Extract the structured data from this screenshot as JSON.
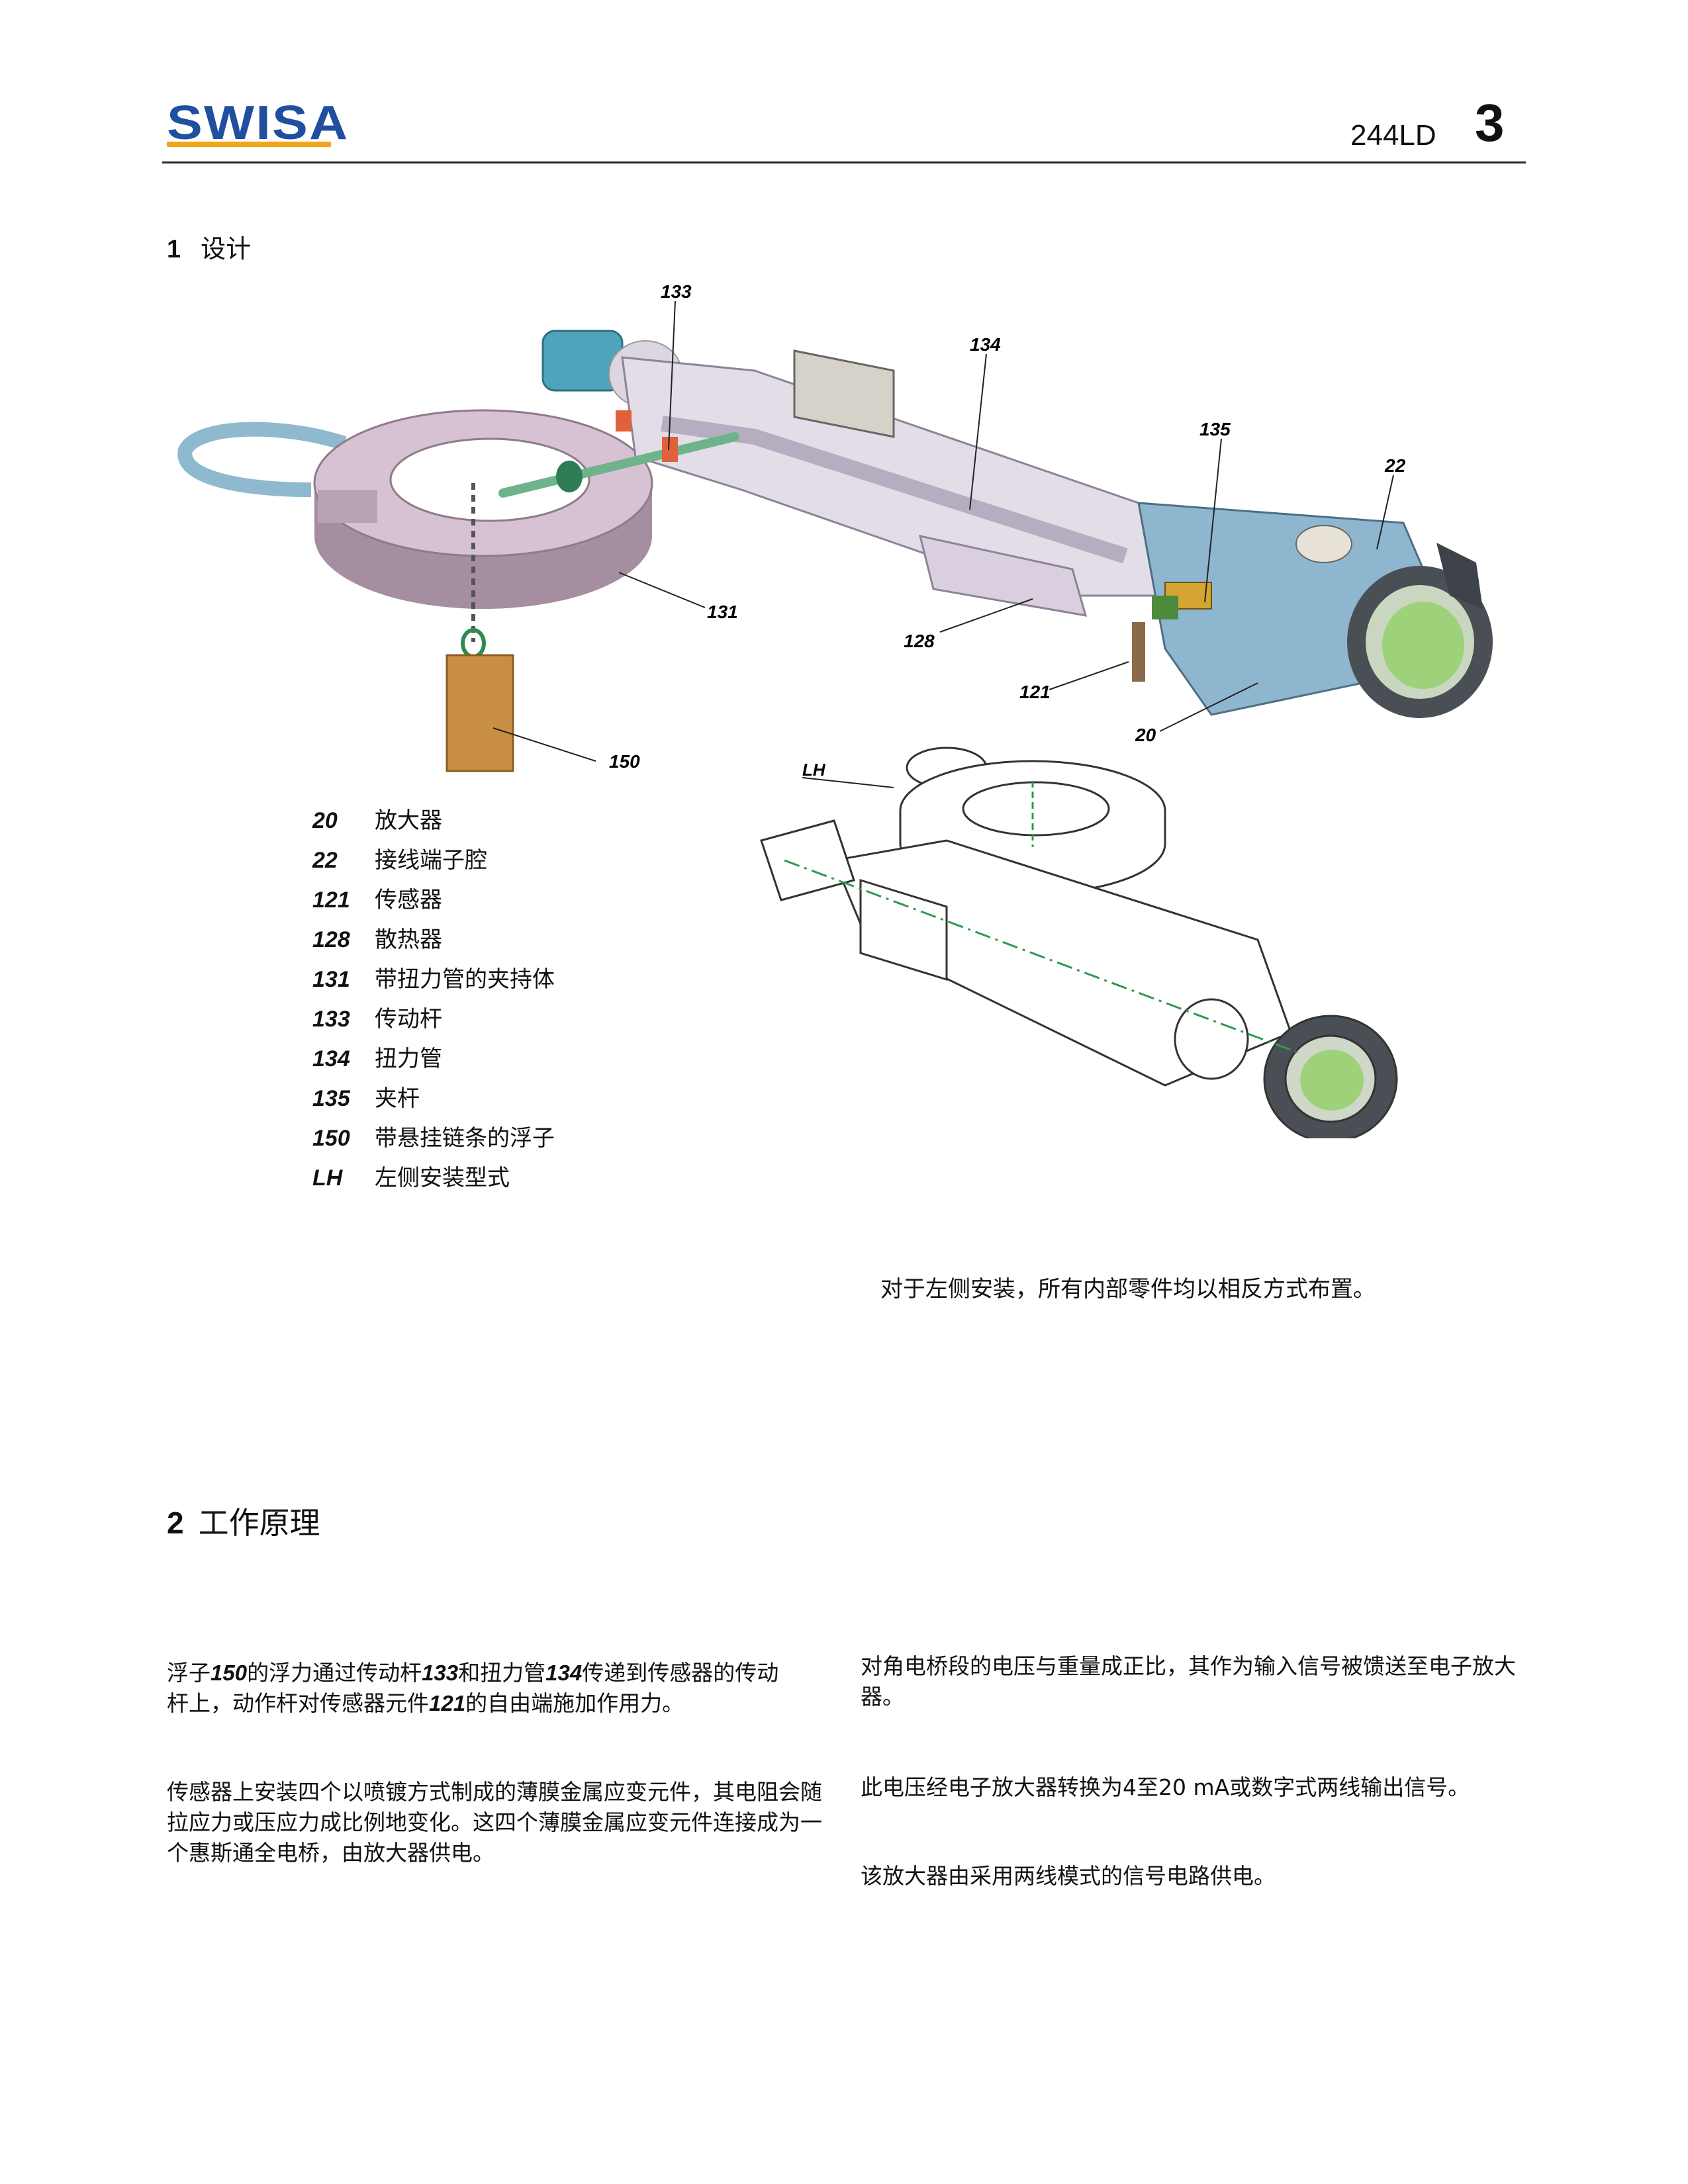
{
  "header": {
    "logo_text": "SWISA",
    "doc_id": "244LD",
    "page_number": "3"
  },
  "section1": {
    "number": "1",
    "title": "设计"
  },
  "figure_callouts": [
    "133",
    "134",
    "135",
    "22",
    "131",
    "128",
    "121",
    "20",
    "150",
    "LH"
  ],
  "legend": [
    {
      "num": "20",
      "label": "放大器"
    },
    {
      "num": "22",
      "label": "接线端子腔"
    },
    {
      "num": "121",
      "label": "传感器"
    },
    {
      "num": "128",
      "label": "散热器"
    },
    {
      "num": "131",
      "label": "带扭力管的夹持体"
    },
    {
      "num": "133",
      "label": "传动杆"
    },
    {
      "num": "134",
      "label": "扭力管"
    },
    {
      "num": "135",
      "label": "夹杆"
    },
    {
      "num": "150",
      "label": "带悬挂链条的浮子"
    },
    {
      "num": "LH",
      "label": "左侧安装型式"
    }
  ],
  "lh_note": "对于左侧安装，所有内部零件均以相反方式布置。",
  "section2": {
    "number": "2",
    "title": "工作原理"
  },
  "left_column": {
    "p1": {
      "t1": "浮子",
      "n1": "150",
      "t2": "的浮力通过传动杆",
      "n2": "133",
      "t3": "和扭力管",
      "n3": "134",
      "t4": "传递到传感器的传动",
      "t5": "杆上，动作杆对传感器元件",
      "n4": "121",
      "t6": "的自由端施加作用力。"
    },
    "p2": "传感器上安装四个以喷镀方式制成的薄膜金属应变元件，其电阻会随拉应力或压应力成比例地变化。这四个薄膜金属应变元件连接成为一个惠斯通全电桥，由放大器供电。"
  },
  "right_column": {
    "p1": "对角电桥段的电压与重量成正比，其作为输入信号被馈送至电子放大器。",
    "p2": "此电压经电子放大器转换为4至20 mA或数字式两线输出信号。",
    "p3": "该放大器由采用两线模式的信号电路供电。"
  },
  "colors": {
    "logo_blue": "#1f4f9e",
    "logo_orange": "#f2a51c",
    "ring_body": "#c9b3c4",
    "housing_blue": "#9fc4dd",
    "window_green": "#9ed27a",
    "float_brown": "#c98f45",
    "cable_teal": "#4fa3bb"
  }
}
